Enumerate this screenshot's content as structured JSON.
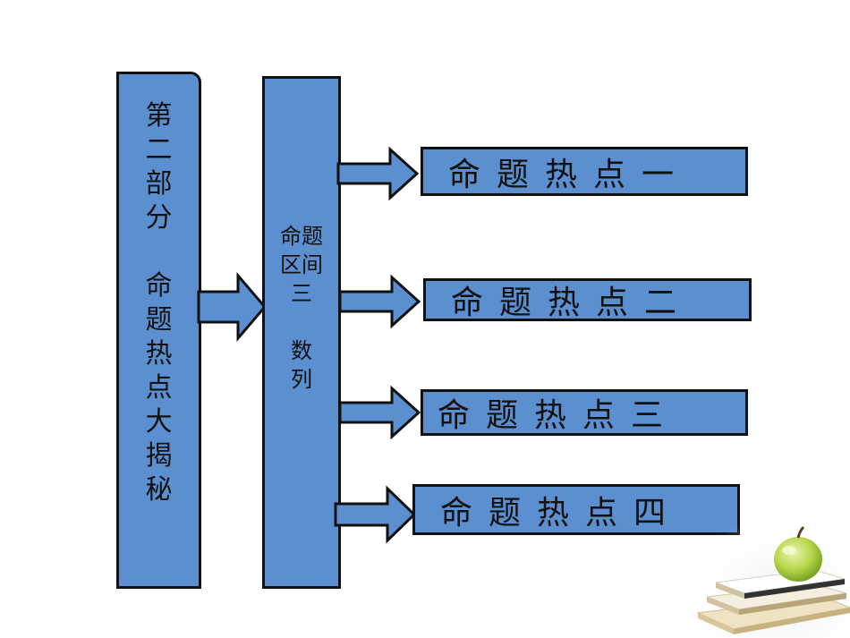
{
  "left_box": {
    "text": "第\n二\n部\n分\n\n命\n题\n热\n点\n大\n揭\n秘"
  },
  "middle_box": {
    "text": "命题\n区间\n三\n\n数\n列"
  },
  "hotspots": [
    {
      "label": "命题热点一"
    },
    {
      "label": "命题热点二"
    },
    {
      "label": "命题热点三"
    },
    {
      "label": "命题热点四"
    }
  ],
  "colors": {
    "box_fill": "#5b8fd0",
    "border": "#111111"
  },
  "icons": [
    "right-arrow-icon",
    "apple-books-decoration"
  ]
}
